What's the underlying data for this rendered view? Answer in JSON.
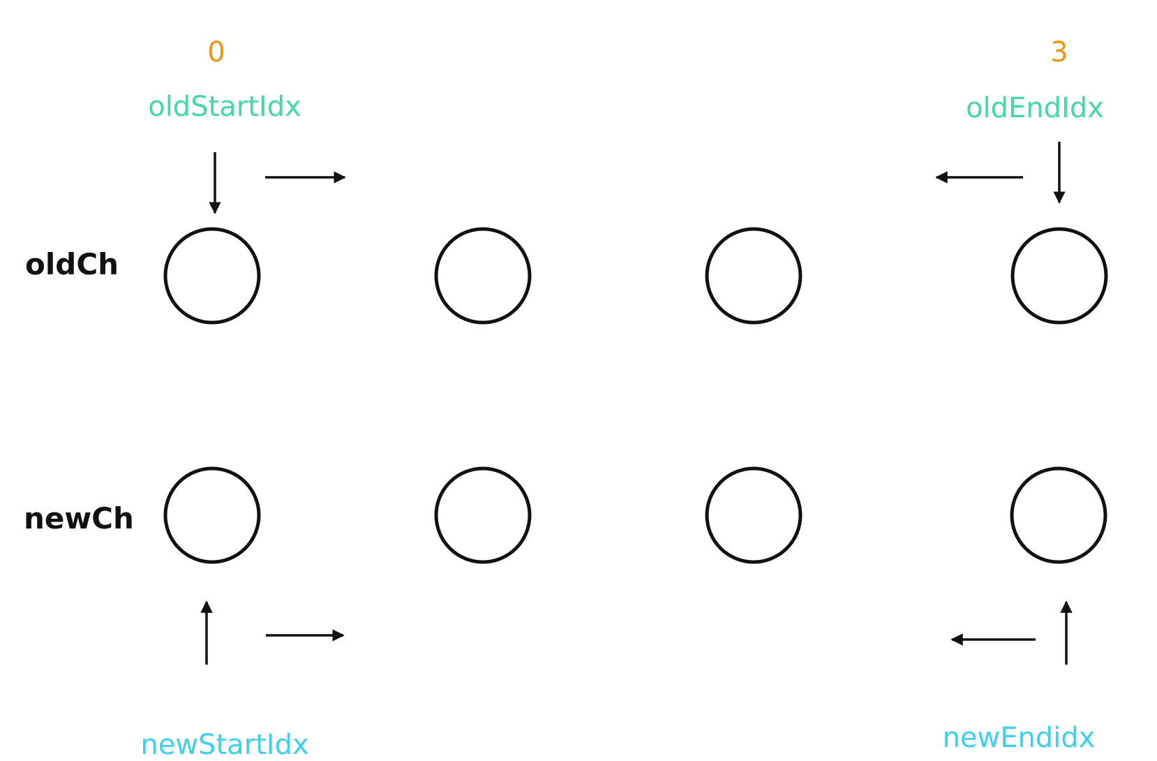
{
  "colors": {
    "index_number": "#f0950f",
    "old_pointer": "#43d8a6",
    "new_pointer": "#3ed0ec",
    "ink": "#111111"
  },
  "rows": {
    "old": {
      "label": "oldCh",
      "nodes": 4
    },
    "new": {
      "label": "newCh",
      "nodes": 4
    }
  },
  "pointers": {
    "old_start": {
      "label": "oldStartIdx",
      "index": "0",
      "direction": "right"
    },
    "old_end": {
      "label": "oldEndIdx",
      "index": "3",
      "direction": "left"
    },
    "new_start": {
      "label": "newStartIdx",
      "direction": "right"
    },
    "new_end": {
      "label": "newEndidx",
      "direction": "left"
    }
  }
}
